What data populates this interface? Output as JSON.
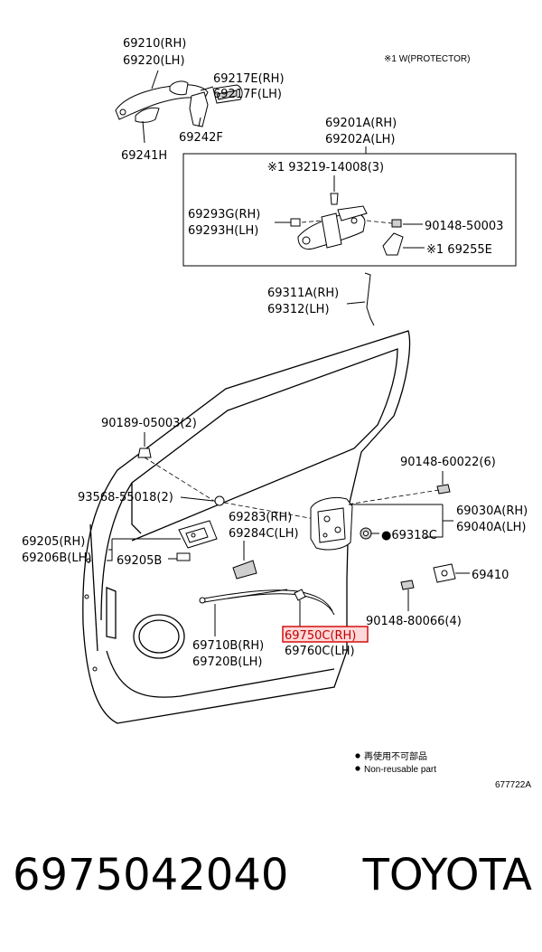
{
  "header_note": "※1 W(PROTECTOR)",
  "labels": {
    "l69210": "69210(RH)",
    "l69220": "69220(LH)",
    "l69217e": "69217E(RH)",
    "l69217f": "69217F(LH)",
    "l69242f": "69242F",
    "l69241h": "69241H",
    "l69201a": "69201A(RH)",
    "l69202a": "69202A(LH)",
    "l93219": "※1 93219-14008(3)",
    "l69293g": "69293G(RH)",
    "l69293h": "69293H(LH)",
    "l90148_50003": "90148-50003",
    "l69255e": "※1 69255E",
    "l69311a": "69311A(RH)",
    "l69312": "69312(LH)",
    "l90189": "90189-05003(2)",
    "l90148_60022": "90148-60022(6)",
    "l93568": "93568-55018(2)",
    "l69283": "69283(RH)",
    "l69284c": "69284C(LH)",
    "l69030a": "69030A(RH)",
    "l69040a": "69040A(LH)",
    "l69205": "69205(RH)",
    "l69206b": "69206B(LH)",
    "l69205b": "69205B",
    "l69318c": "●69318C",
    "l69410": "69410",
    "l90148_80066": "90148-80066(4)",
    "l69750c": "69750C(RH)",
    "l69760c": "69760C(LH)",
    "l69710b": "69710B(RH)",
    "l69720b": "69720B(LH)"
  },
  "legend": {
    "jp": "再使用不可部品",
    "en": "Non-reusable part"
  },
  "diagram_code": "677722A",
  "footer": {
    "part_number": "6975042040",
    "brand": "TOYOTA"
  },
  "colors": {
    "highlight": "#d00000"
  }
}
